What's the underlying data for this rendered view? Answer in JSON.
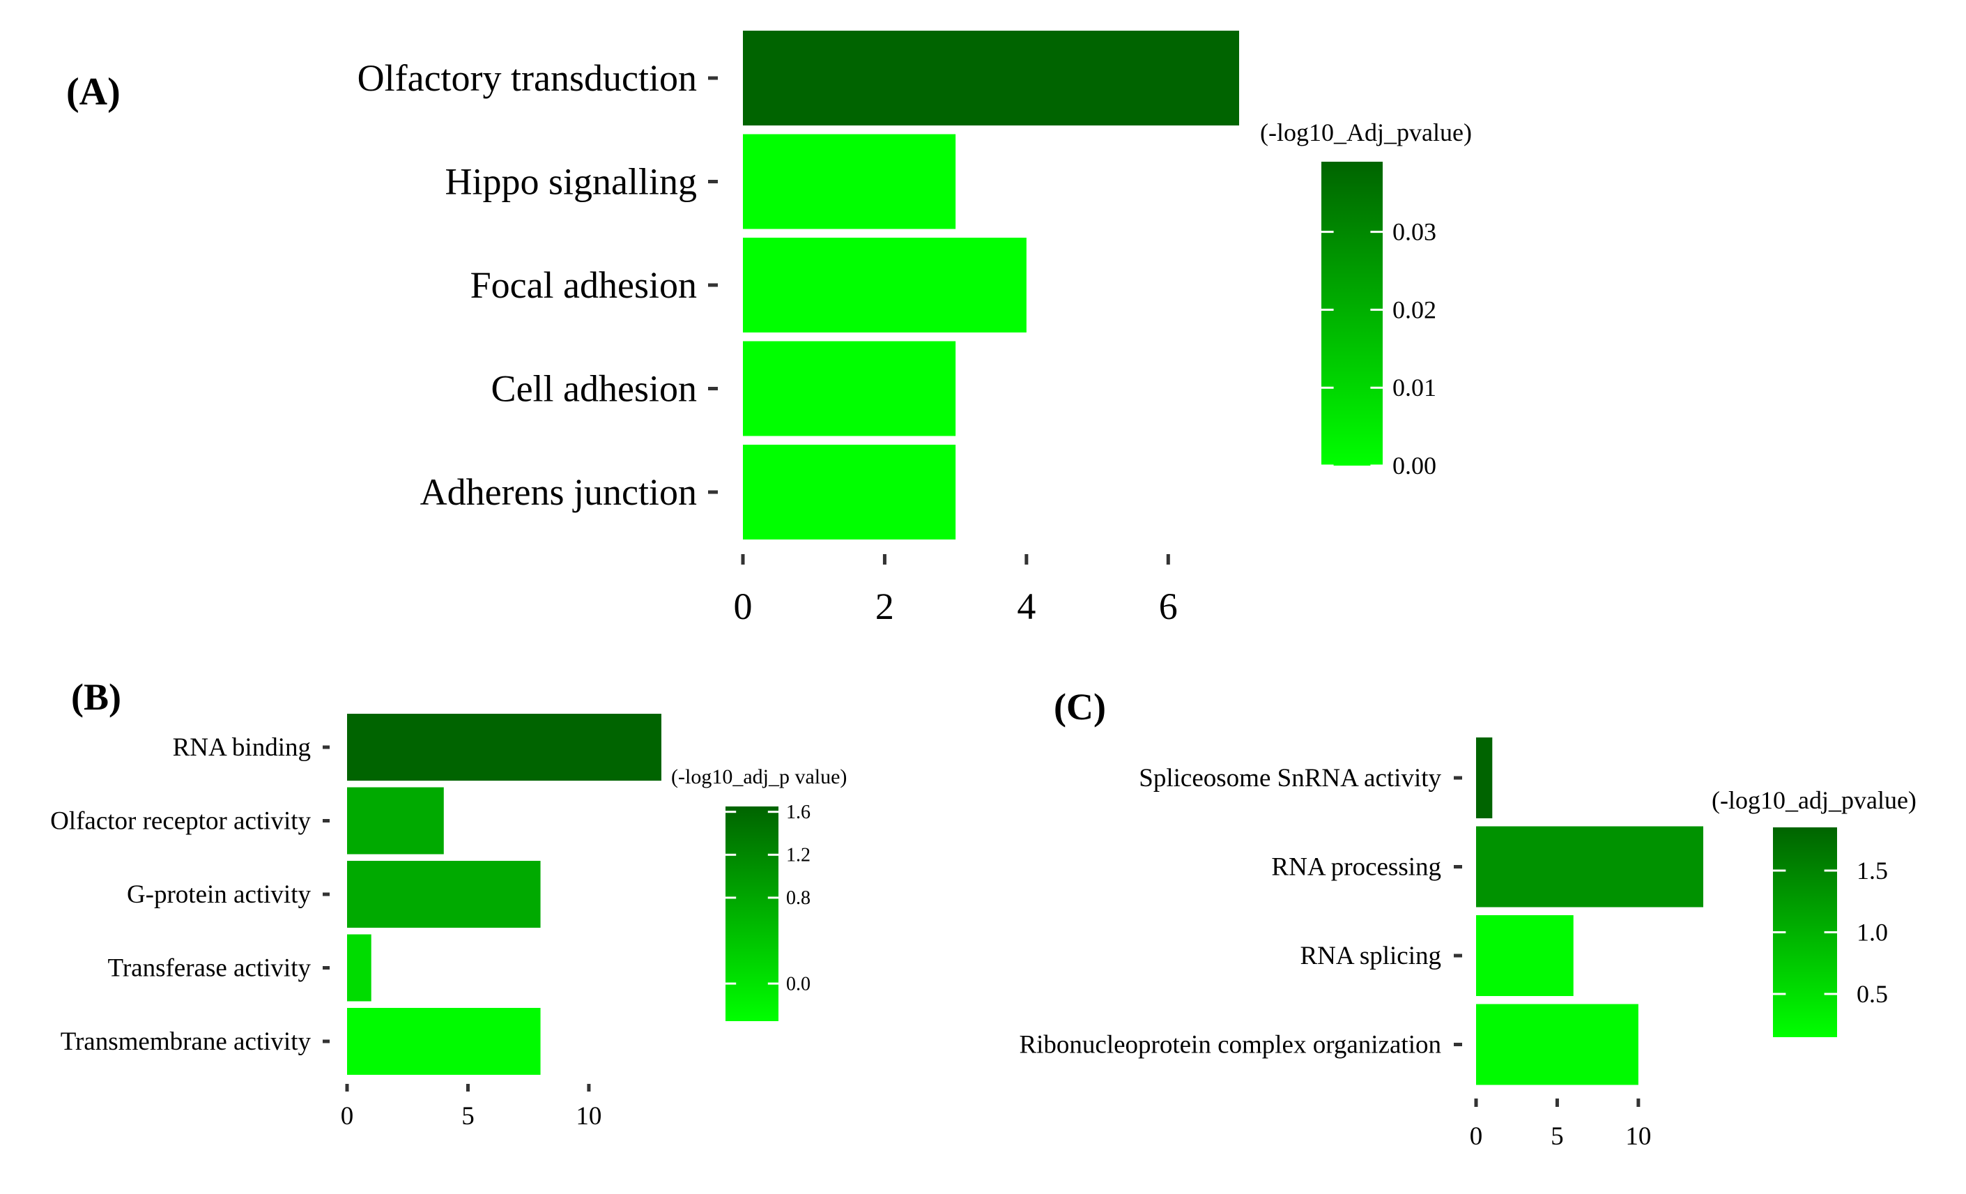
{
  "chart_data": [
    {
      "panel_label": "(A)",
      "type": "bar",
      "orientation": "horizontal",
      "categories": [
        "Olfactory transduction",
        "Hippo signalling",
        "Focal adhesion",
        "Cell adhesion",
        "Adherens junction"
      ],
      "values": [
        7,
        3,
        4,
        3,
        3
      ],
      "color_values": [
        0.039,
        0.0,
        0.0,
        0.0,
        0.0
      ],
      "xlim": [
        0,
        7
      ],
      "x_ticks": [
        "0",
        "2",
        "4",
        "6"
      ],
      "x_tick_values": [
        0,
        2,
        4,
        6
      ],
      "legend": {
        "title": "(-log10_Adj_pvalue)",
        "range": [
          0,
          0.039
        ],
        "ticks": [
          "0.00",
          "0.01",
          "0.02",
          "0.03"
        ],
        "tick_values": [
          0,
          0.01,
          0.02,
          0.03
        ],
        "color_low": "#00ff00",
        "color_high": "#006400"
      }
    },
    {
      "panel_label": "(B)",
      "type": "bar",
      "orientation": "horizontal",
      "categories": [
        "RNA binding",
        "Olfactor receptor activity",
        "G-protein activity",
        "Transferase activity",
        "Transmembrane activity"
      ],
      "values": [
        13,
        4,
        8,
        1,
        8
      ],
      "color_values": [
        1.65,
        0.75,
        0.75,
        0.1,
        -0.3
      ],
      "xlim": [
        0,
        13
      ],
      "x_ticks": [
        "0",
        "5",
        "10"
      ],
      "x_tick_values": [
        0,
        5,
        10
      ],
      "legend": {
        "title": "(-log10_adj_p value)",
        "range": [
          -0.35,
          1.65
        ],
        "ticks": [
          "0.0",
          "0.8",
          "1.2",
          "1.6"
        ],
        "tick_values": [
          0.0,
          0.8,
          1.2,
          1.6
        ],
        "color_low": "#00ff00",
        "color_high": "#006400"
      }
    },
    {
      "panel_label": "(C)",
      "type": "bar",
      "orientation": "horizontal",
      "categories": [
        "Spliceosome SnRNA activity",
        "RNA processing",
        "RNA splicing",
        "Ribonucleoprotein complex organization"
      ],
      "values": [
        1,
        14,
        6,
        10
      ],
      "color_values": [
        1.85,
        1.35,
        0.2,
        0.2
      ],
      "xlim": [
        0,
        14
      ],
      "x_ticks": [
        "0",
        "5",
        "10"
      ],
      "x_tick_values": [
        0,
        5,
        10
      ],
      "legend": {
        "title": "(-log10_adj_pvalue)",
        "range": [
          0.15,
          1.85
        ],
        "ticks": [
          "0.5",
          "1.0",
          "1.5"
        ],
        "tick_values": [
          0.5,
          1.0,
          1.5
        ],
        "color_low": "#00ff00",
        "color_high": "#006400"
      }
    }
  ]
}
